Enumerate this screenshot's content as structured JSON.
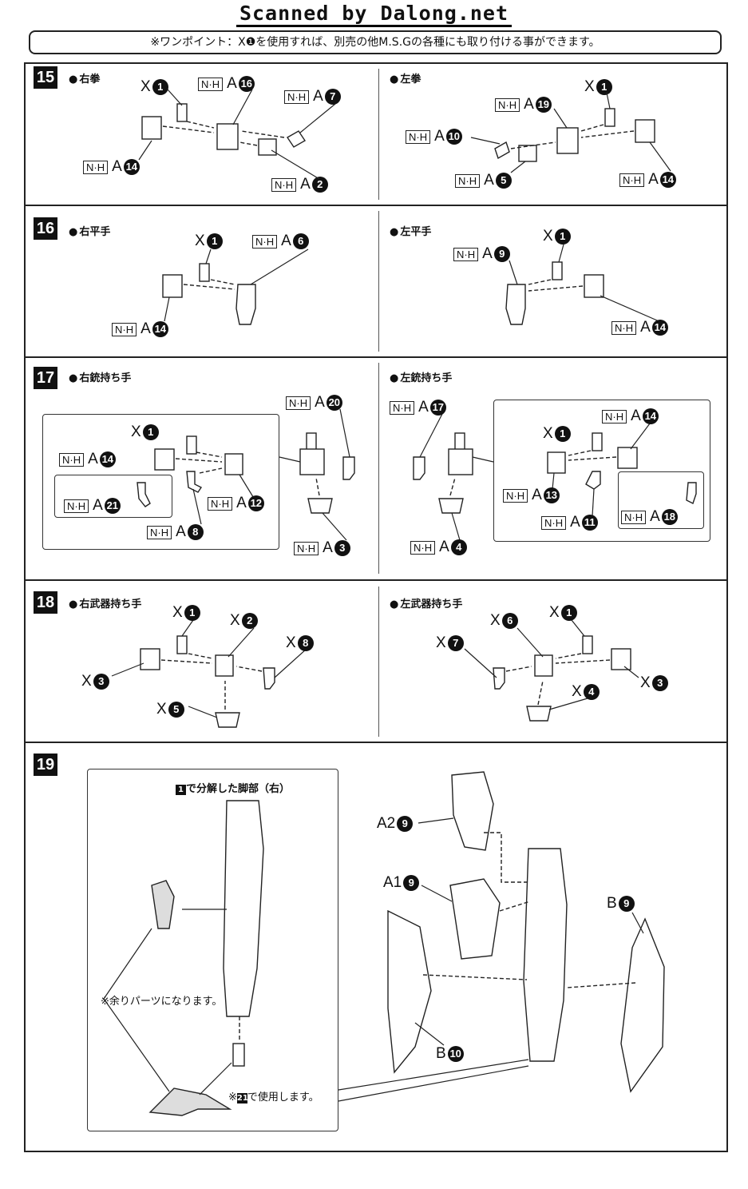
{
  "watermark": "Scanned by Dalong.net",
  "note": "※ワンポイント：X❶を使用すれば、別売の他M.S.Gの各種にも取り付ける事ができます。",
  "steps": {
    "s15": {
      "num": "15",
      "left_title": "右拳",
      "right_title": "左拳"
    },
    "s16": {
      "num": "16",
      "left_title": "右平手",
      "right_title": "左平手"
    },
    "s17": {
      "num": "17",
      "left_title": "右銃持ち手",
      "right_title": "左銃持ち手"
    },
    "s18": {
      "num": "18",
      "left_title": "右武器持ち手",
      "right_title": "左武器持ち手"
    },
    "s19": {
      "num": "19",
      "leg_caption_num": "1",
      "leg_caption": "で分解した脚部（右）",
      "spare_note": "※余りパーツになります。",
      "use_note_num": "21",
      "use_note": "で使用します。"
    }
  },
  "tags": {
    "nh": "N·H",
    "a": "A",
    "b": "B",
    "x": "X",
    "a1": "A1",
    "a2": "A2",
    "asterisk": "※"
  },
  "labels": {
    "s15l": [
      "1",
      "16",
      "7",
      "14",
      "2"
    ],
    "s15r": [
      "1",
      "19",
      "10",
      "5",
      "14"
    ],
    "s16l": [
      "1",
      "6",
      "14"
    ],
    "s16r": [
      "1",
      "9",
      "14"
    ],
    "s17l": [
      "20",
      "1",
      "14",
      "21",
      "12",
      "8",
      "3"
    ],
    "s17r": [
      "17",
      "14",
      "1",
      "13",
      "11",
      "18",
      "4"
    ],
    "s18l": [
      "1",
      "2",
      "8",
      "3",
      "5"
    ],
    "s18r": [
      "6",
      "1",
      "7",
      "3",
      "4"
    ],
    "s19": [
      "9",
      "9",
      "9",
      "10"
    ]
  }
}
